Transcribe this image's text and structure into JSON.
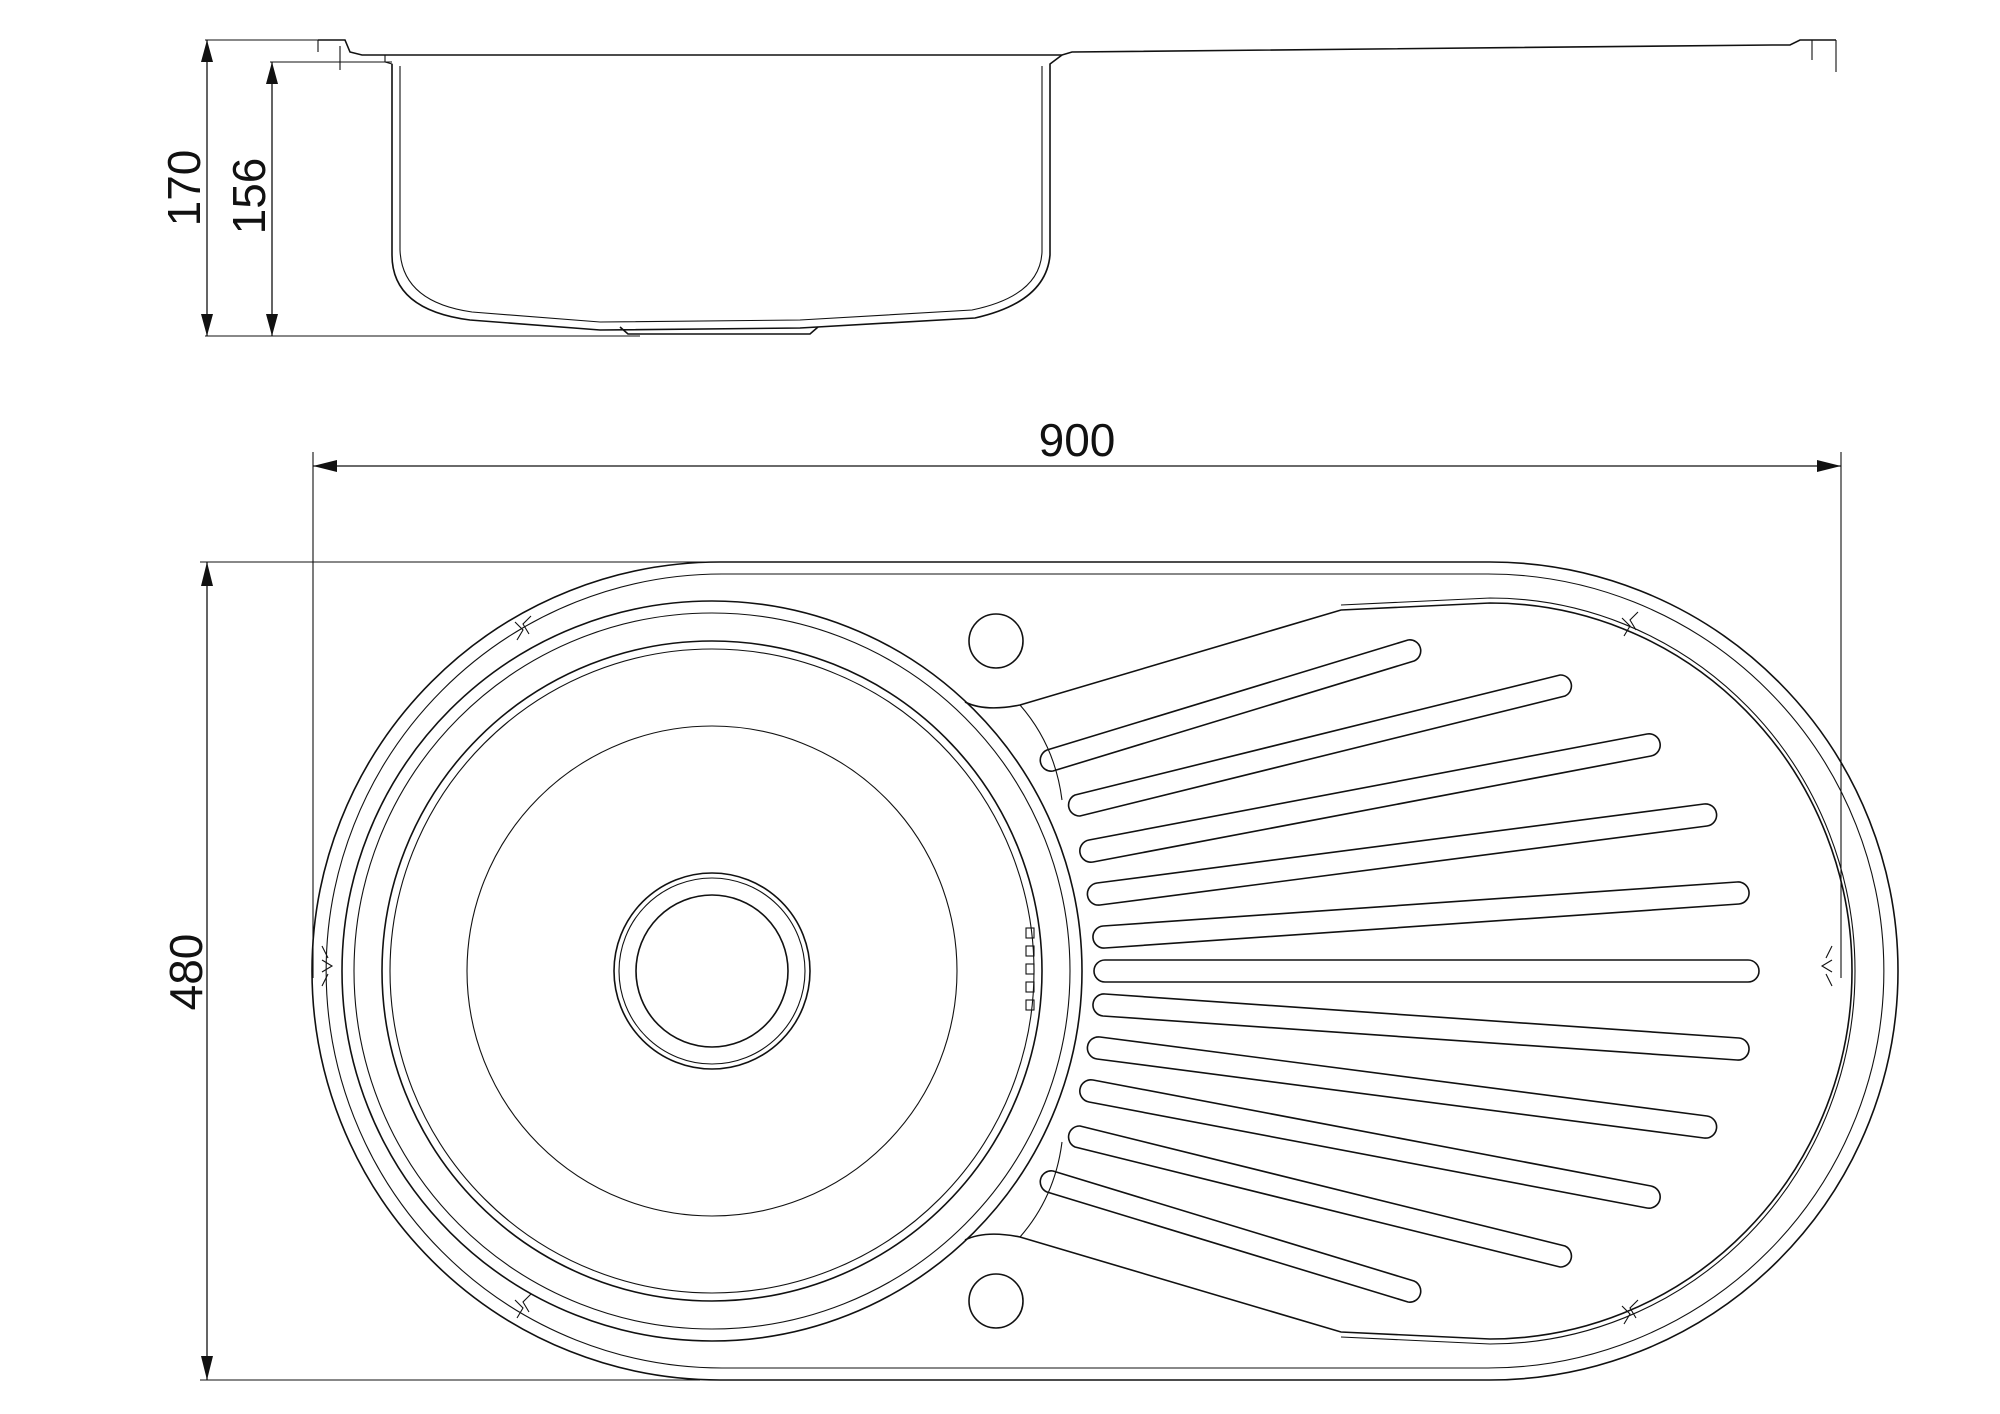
{
  "dimensions": {
    "overall_height": "170",
    "bowl_depth": "156",
    "overall_width": "900",
    "overall_depth": "480"
  },
  "colors": {
    "line": "#111111",
    "background": "#ffffff"
  }
}
